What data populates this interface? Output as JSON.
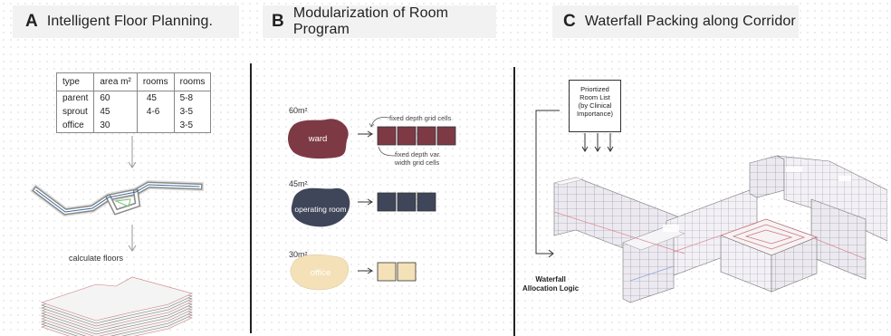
{
  "panels": {
    "a": {
      "letter": "A",
      "title": "Intelligent Floor Planning."
    },
    "b": {
      "letter": "B",
      "title": "Modularization of Room Program"
    },
    "c": {
      "letter": "C",
      "title": "Waterfall Packing along Corridor"
    }
  },
  "table": {
    "headers": [
      "type",
      "area m²",
      "rooms",
      "rooms"
    ],
    "rows": [
      [
        "parent",
        "60",
        "45",
        "5-8"
      ],
      [
        "sprout",
        "45",
        "4-6",
        "3-5"
      ],
      [
        "office",
        "30",
        "",
        "3-5"
      ]
    ]
  },
  "panel_a": {
    "calc_label": "calculate floors"
  },
  "modules": [
    {
      "area": "60m²",
      "name": "ward",
      "color": "#7d3a45",
      "cells": 4
    },
    {
      "area": "45m²",
      "name": "operating room",
      "color": "#3f4659",
      "cells": 3
    },
    {
      "area": "30m²",
      "name": "office",
      "color": "#f4e1b8",
      "cells": 2
    }
  ],
  "annotations": {
    "fixed_depth": "fixed depth grid cells",
    "fixed_depth_var_line1": "fixed depth var.",
    "fixed_depth_var_line2": "width grid cells"
  },
  "panel_c": {
    "room_list": [
      "Priortized",
      "Room List",
      "(by Clinical",
      "Importance)"
    ],
    "waterfall": [
      "Waterfall",
      "Allocation Logic"
    ]
  }
}
